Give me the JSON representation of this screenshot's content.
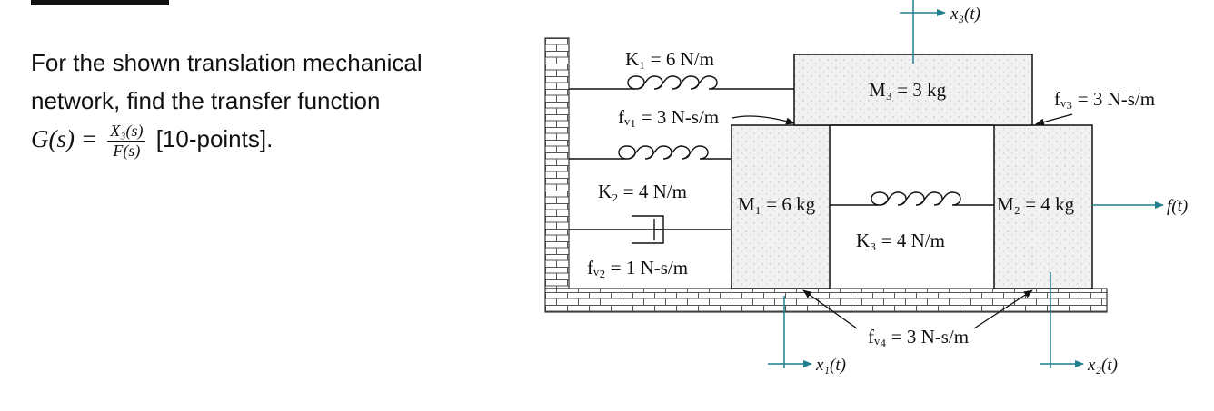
{
  "problem": {
    "line1": "For the shown translation mechanical",
    "line2": "network, find the transfer function",
    "lhs": "G(s) =",
    "numerator": "X₃(s)",
    "denominator": "F(s)",
    "points": "[10-points]."
  },
  "diagram": {
    "K1": "K₁ = 6 N/m",
    "fv1": "fᵥ₁ = 3 N-s/m",
    "K2": "K₂ = 4 N/m",
    "fv2": "fᵥ₂ = 1 N-s/m",
    "M1": "M₁ = 6 kg",
    "M2": "M₂ = 4 kg",
    "M3": "M₃ = 3 kg",
    "K3": "K₃ = 4 N/m",
    "fv3": "fᵥ₃ = 3 N-s/m",
    "fv4": "fᵥ₄ = 3 N-s/m",
    "x1": "x₁(t)",
    "x2": "x₂(t)",
    "x3": "x₃(t)",
    "force": "f(t)"
  },
  "colors": {
    "displacement_arrow": "#1f7f8c",
    "mass_fill": "#f1f1f1",
    "line": "#111111"
  }
}
